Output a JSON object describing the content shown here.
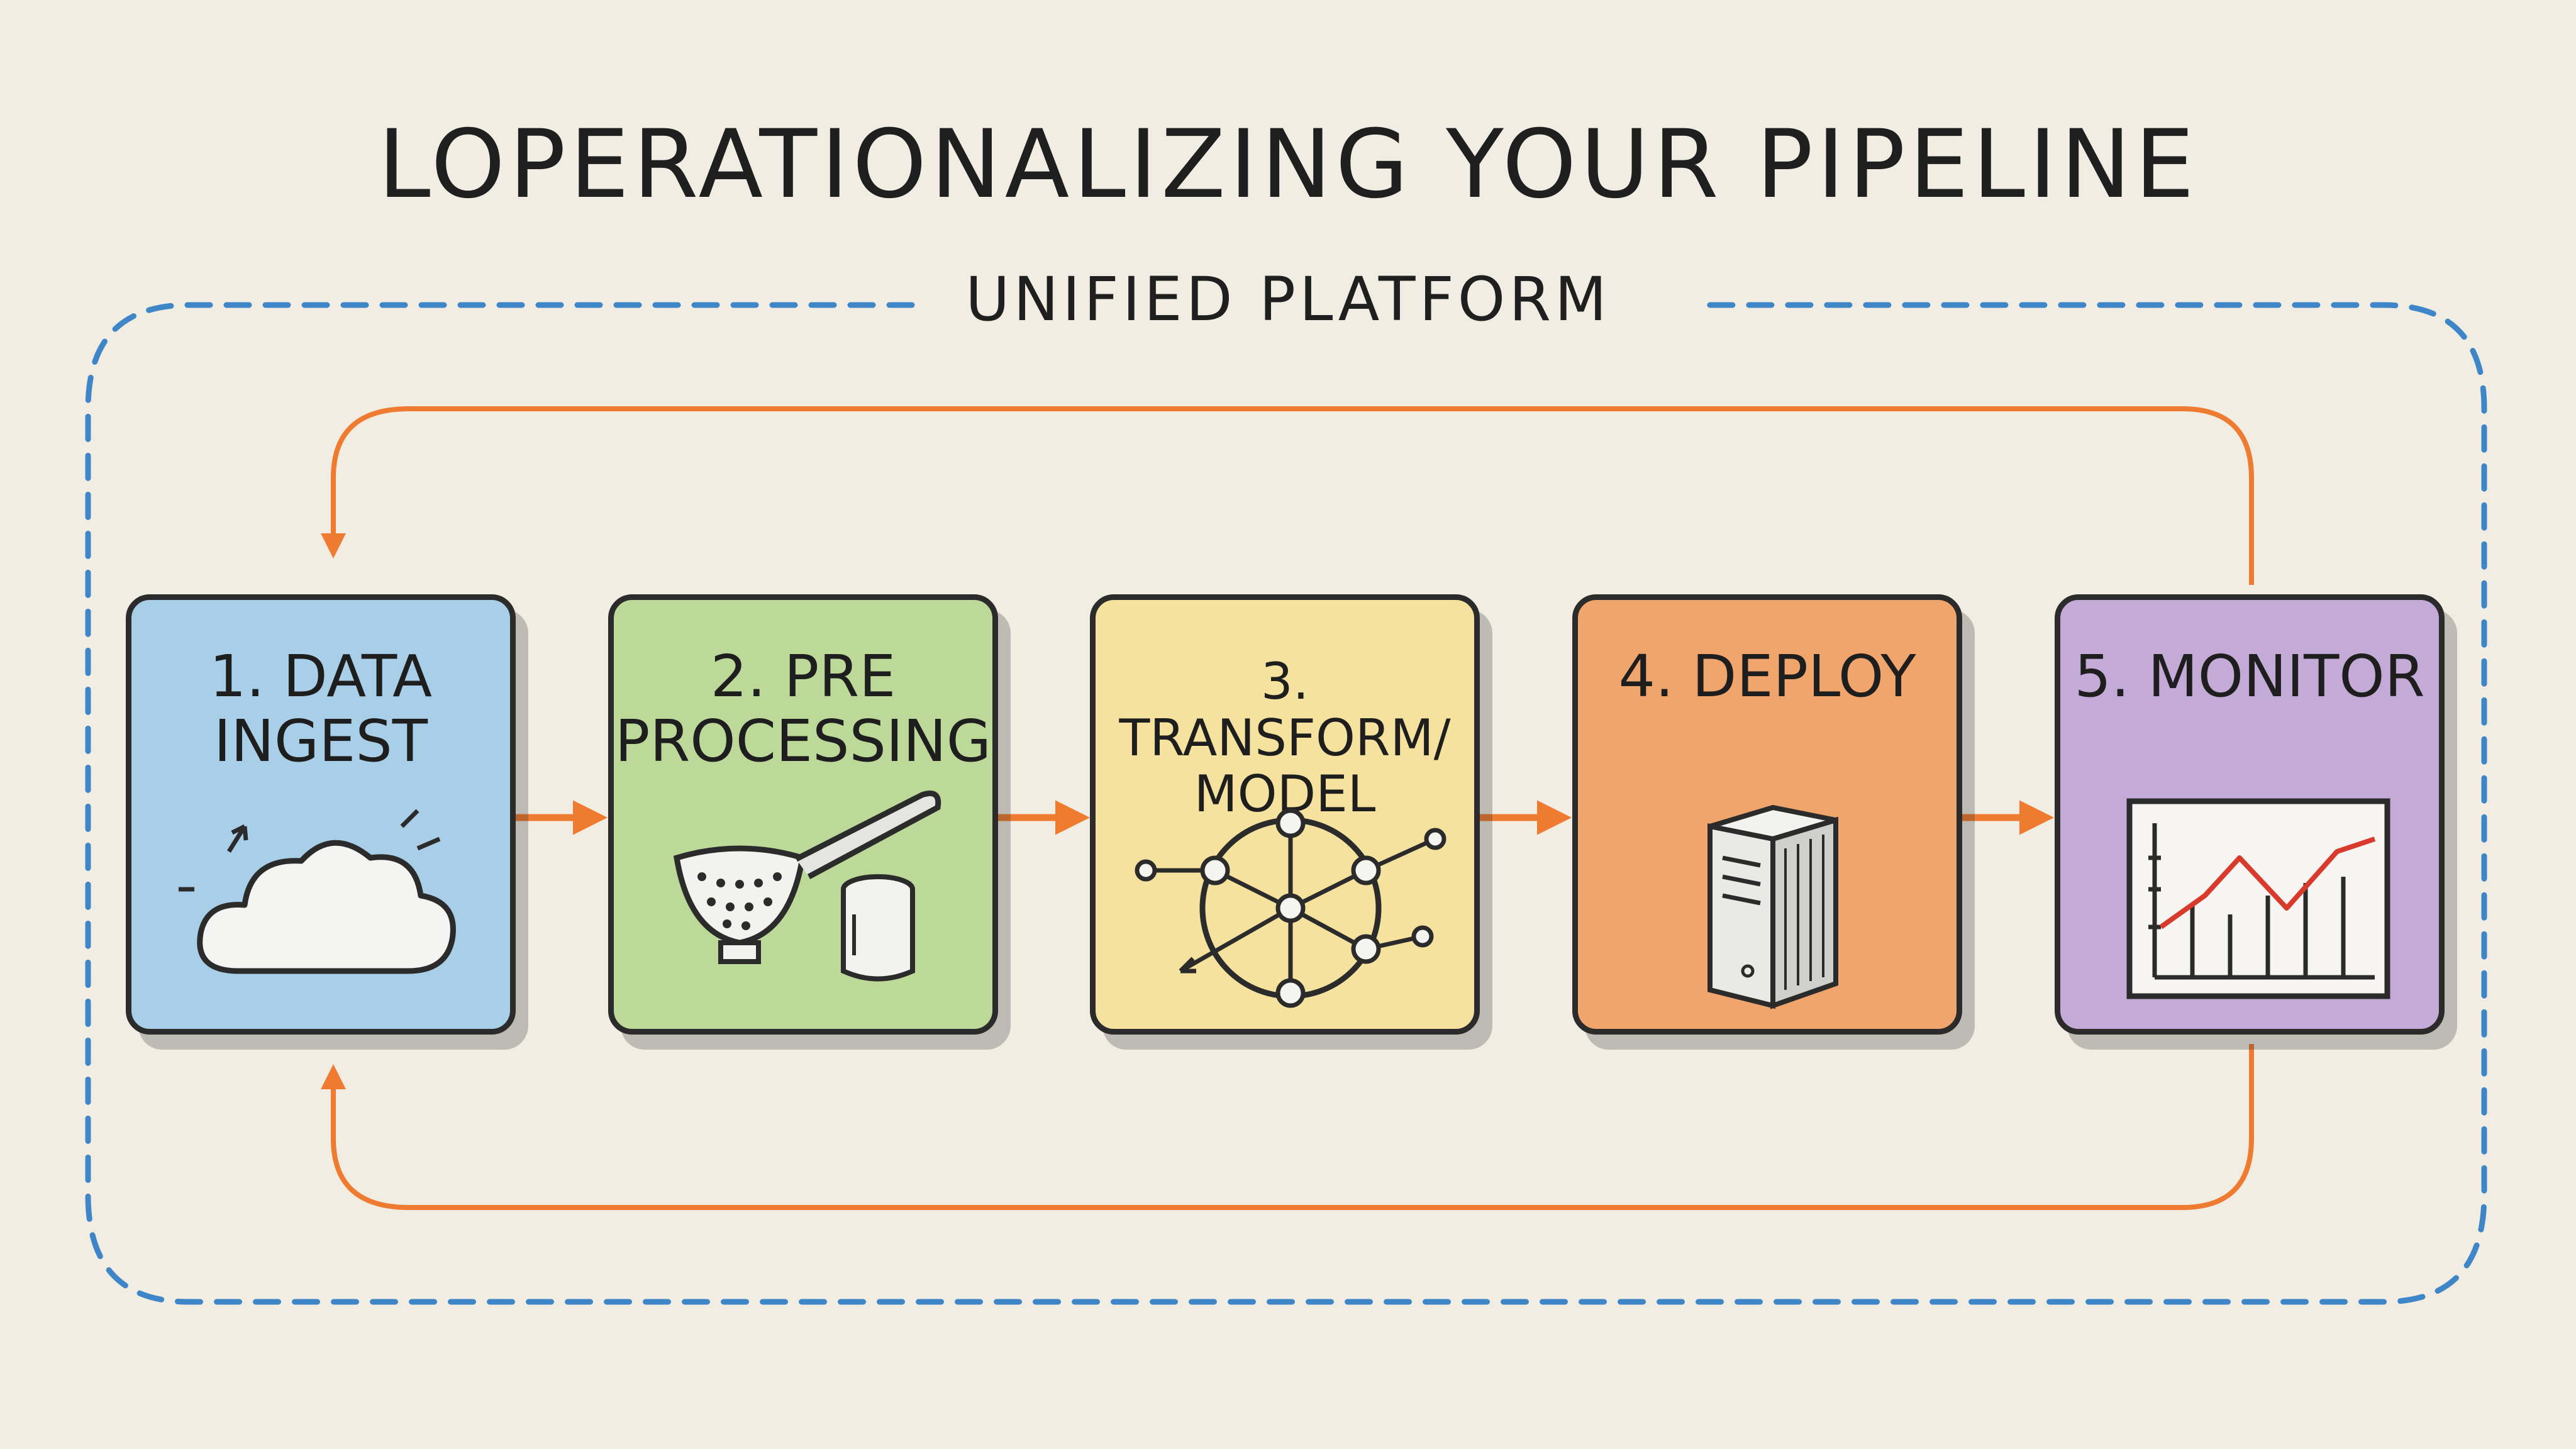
{
  "title": "LOPERATIONALIZING YOUR PIPELINE",
  "subtitle": "UNIFIED PLATFORM",
  "colors": {
    "background": "#f1ede3",
    "ink": "#2b2b2b",
    "arrow": "#ee7b2f",
    "dashed_border": "#3f86c9"
  },
  "steps": [
    {
      "label": "1. DATA\nINGEST",
      "icon": "cloud-icon",
      "color": "#a9cfe8"
    },
    {
      "label": "2. PRE\nPROCESSING",
      "icon": "strainer-icon",
      "color": "#bcd99a"
    },
    {
      "label": "3. TRANSFORM/\nMODEL",
      "icon": "network-icon",
      "color": "#f5e29e"
    },
    {
      "label": "4. DEPLOY",
      "icon": "server-icon",
      "color": "#f0a56c"
    },
    {
      "label": "5. MONITOR",
      "icon": "line-chart-icon",
      "color": "#c4aad6"
    }
  ]
}
